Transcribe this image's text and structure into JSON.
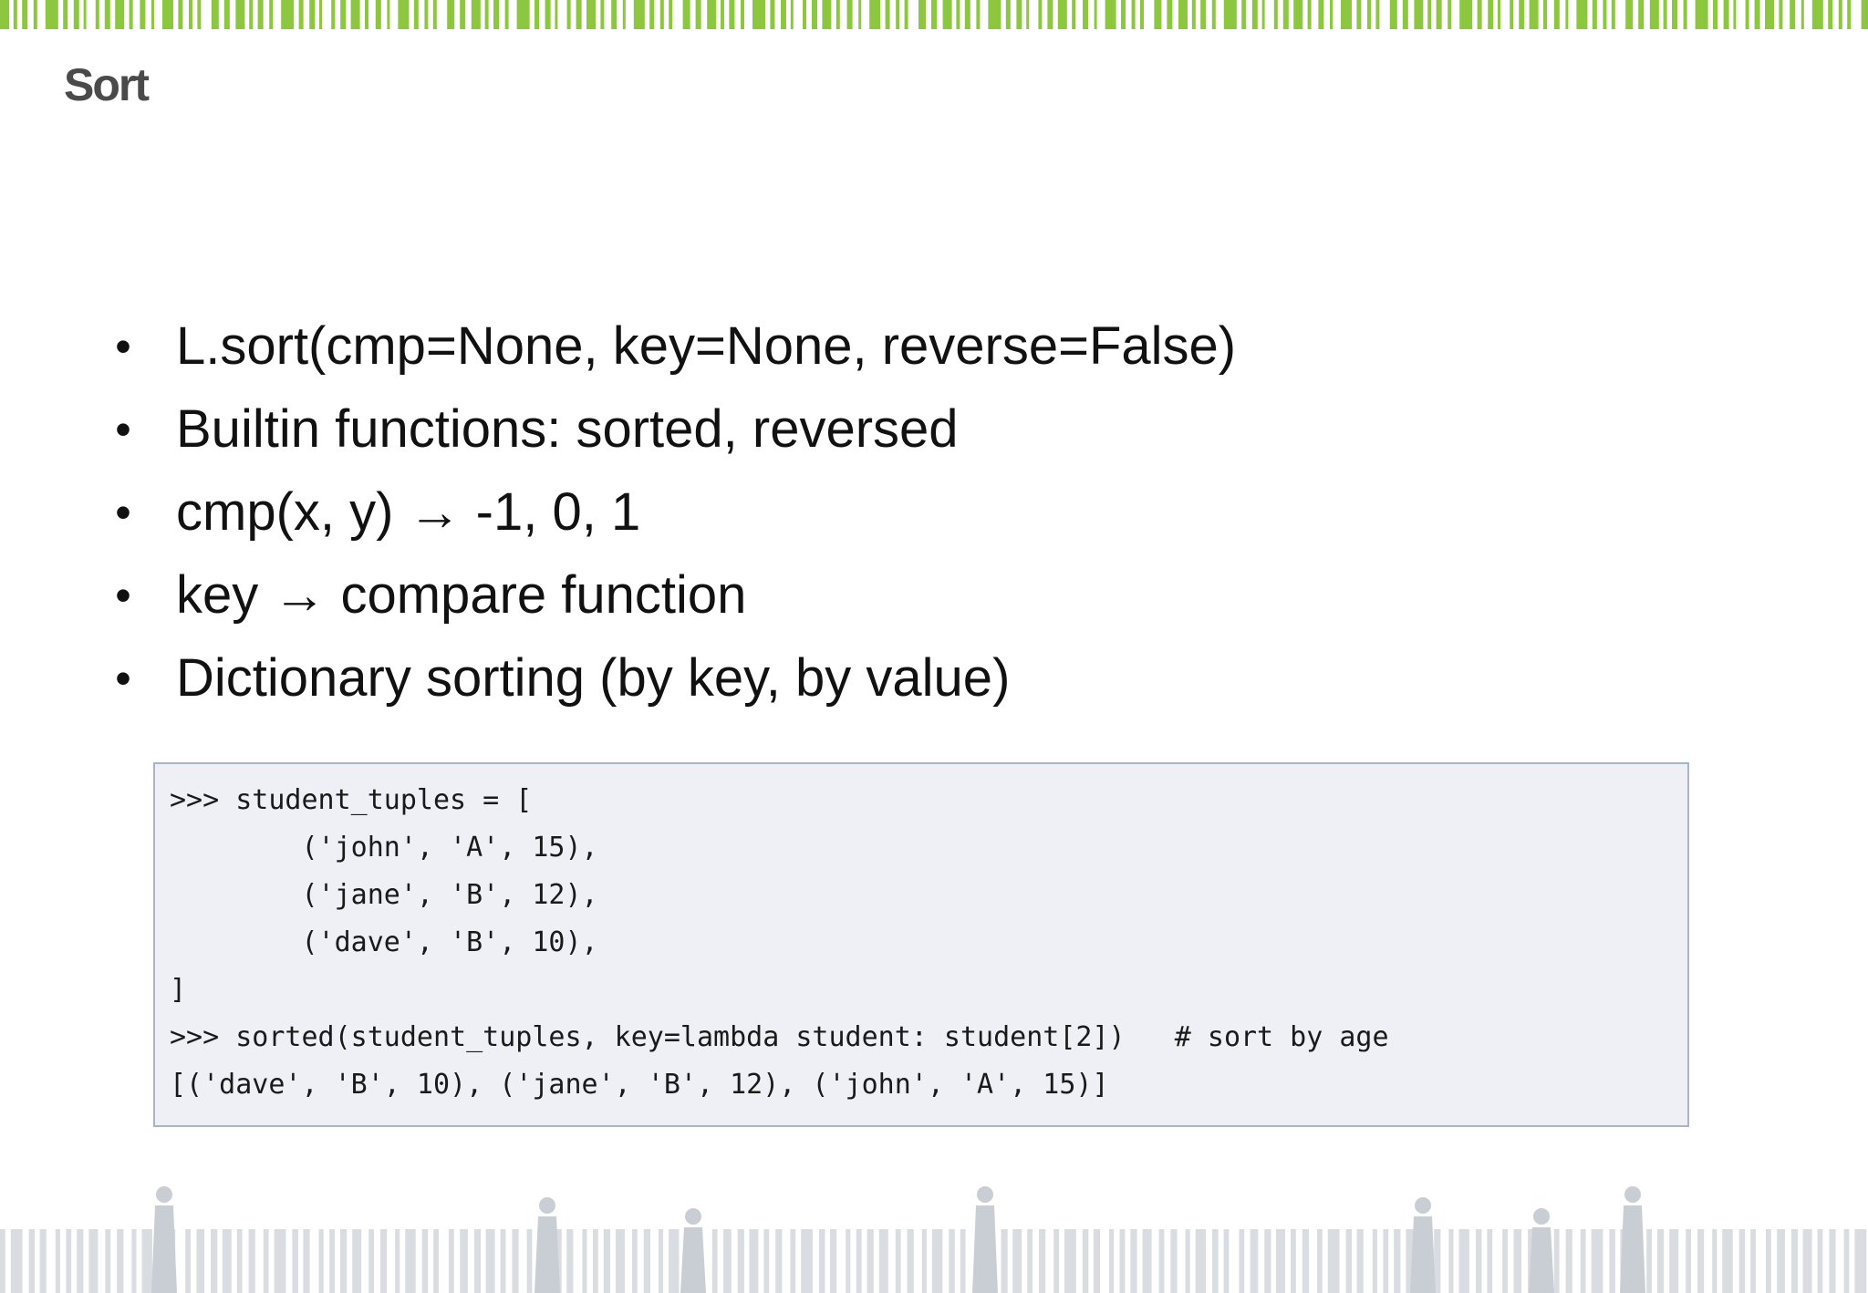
{
  "slide": {
    "title": "Sort"
  },
  "bullets": [
    {
      "marker": "•",
      "text": "L.sort(cmp=None, key=None, reverse=False)"
    },
    {
      "marker": "•",
      "text": "Builtin functions: sorted, reversed"
    },
    {
      "marker": "•",
      "text": "cmp(x, y) → -1, 0, 1"
    },
    {
      "marker": "•",
      "text": "key → compare function"
    },
    {
      "marker": "•",
      "text": "Dictionary sorting (by key, by value)"
    }
  ],
  "code": {
    "lines": [
      ">>> student_tuples = [",
      "        ('john', 'A', 15),",
      "        ('jane', 'B', 12),",
      "        ('dave', 'B', 10),",
      "]",
      ">>> sorted(student_tuples, key=lambda student: student[2])   # sort by age",
      "[('dave', 'B', 10), ('jane', 'B', 12), ('john', 'A', 15)]"
    ]
  },
  "colors": {
    "accent_green": "#8dc63f",
    "title_gray": "#4a4a4a",
    "code_bg": "#eef0f5",
    "code_border": "#a9b4c8",
    "footer_gray": "#d9dde2"
  },
  "decorations": {
    "top_band": "green-barcode-stripes",
    "bottom_band": "gray-barcode-with-people-silhouettes"
  }
}
